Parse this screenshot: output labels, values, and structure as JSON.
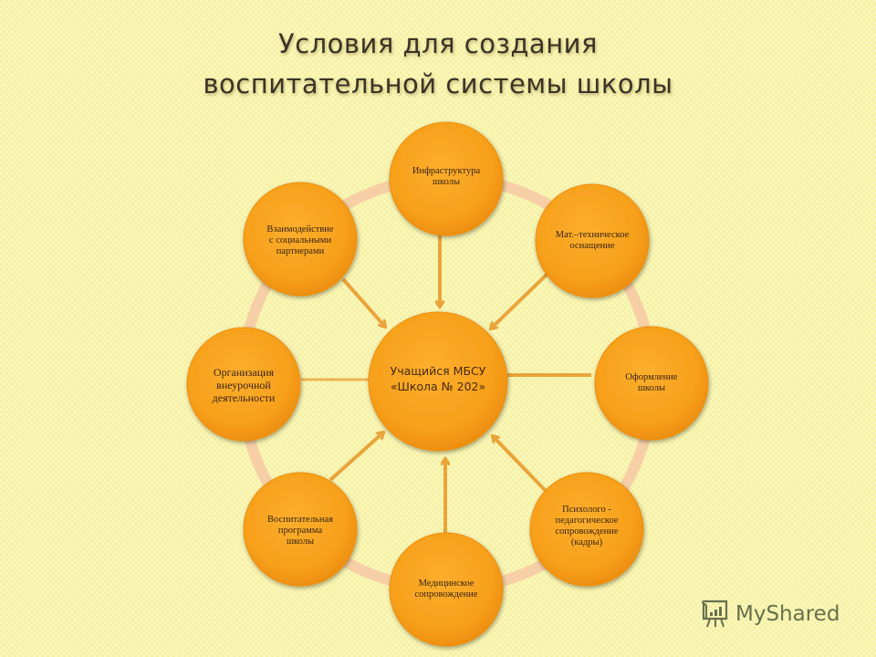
{
  "title": {
    "line1": "Условия для создания",
    "line2": "воспитательной системы школы"
  },
  "center": {
    "line1": "Учащийся МБСУ",
    "line2": "«Школа № 202»"
  },
  "nodes": [
    {
      "id": "infrastructure",
      "lines": [
        "Инфраструктура",
        "школы"
      ]
    },
    {
      "id": "material-technical",
      "lines": [
        "Мат.–техническое",
        "оснащение"
      ]
    },
    {
      "id": "design",
      "lines": [
        "Оформление",
        "школы"
      ]
    },
    {
      "id": "psych-ped",
      "lines": [
        "Психолого -",
        "педагогическое",
        "сопровождение",
        "(кадры)"
      ]
    },
    {
      "id": "medical",
      "lines": [
        "Медицинское",
        "сопровождение"
      ]
    },
    {
      "id": "educational-program",
      "lines": [
        "Воспитательная",
        "программа",
        "школы"
      ]
    },
    {
      "id": "extracurricular",
      "lines": [
        "Организация",
        "внеурочной",
        "деятельности"
      ]
    },
    {
      "id": "social-partners",
      "lines": [
        "Взаимодействие",
        "с социальными",
        "партнерами"
      ]
    }
  ],
  "colors": {
    "node_fill": "#f7a21e",
    "node_edge": "#e88a0c",
    "ring": "#f6cfa6",
    "arrow": "#e9a43b",
    "title_text": "#3b3426",
    "background": "#f6f0a6"
  },
  "watermark": {
    "text": "MyShared",
    "icon": "presentation-board-icon"
  }
}
